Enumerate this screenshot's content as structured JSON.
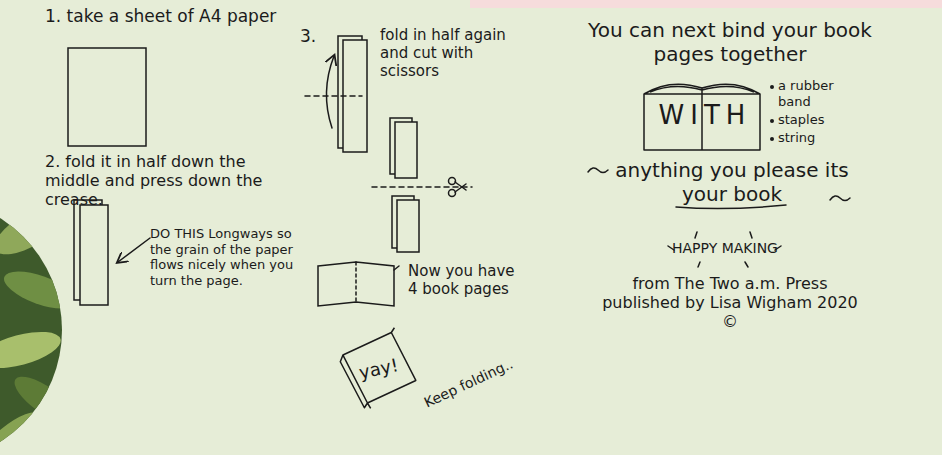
{
  "diagram": {
    "nodes": [
      {
        "text": [
          "yay!"
        ]
      },
      {
        "text": [
          "WITH"
        ]
      }
    ],
    "labels": [
      "1. take a sheet of A4 paper",
      "2. fold it in half down the middle and press down the crease.",
      "DO THIS Longways so the grain of the paper flows nicely when you turn the page.",
      "3.",
      "fold in half again and cut with scissors",
      "Now you have 4 book pages",
      "Keep folding..",
      "You can next bind your book pages together",
      "a rubber band",
      "staples",
      "string",
      "anything you please its your book",
      "HAPPY MAKING",
      "from The Two a.m. Press published by Lisa Wigham 2020 ©"
    ]
  }
}
